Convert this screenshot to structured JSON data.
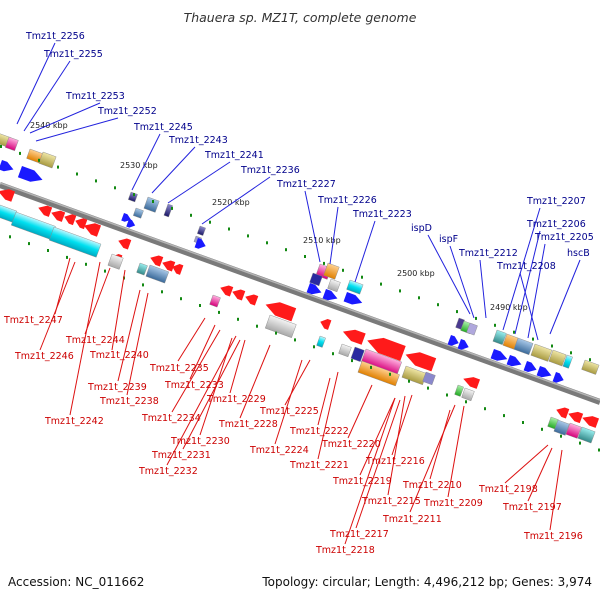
{
  "header": {
    "title": "Thauera sp. MZ1T, complete genome"
  },
  "footer": {
    "accession": "Accession: NC_011662",
    "topology": "Topology: circular; Length: 4,496,212 bp; Genes: 3,974"
  },
  "scale_ticks": [
    "2540 kbp",
    "2530 kbp",
    "2520 kbp",
    "2510 kbp",
    "2500 kbp",
    "2490 kbp"
  ],
  "upper_labels": [
    "Tmz1t_2256",
    "Tmz1t_2255",
    "Tmz1t_2253",
    "Tmz1t_2252",
    "Tmz1t_2245",
    "Tmz1t_2243",
    "Tmz1t_2241",
    "Tmz1t_2236",
    "Tmz1t_2227",
    "Tmz1t_2226",
    "Tmz1t_2223",
    "ispD",
    "ispF",
    "Tmz1t_2212",
    "Tmz1t_2208",
    "Tmz1t_2207",
    "Tmz1t_2206",
    "Tmz1t_2205",
    "hscB"
  ],
  "lower_labels": [
    "Tmz1t_2247",
    "Tmz1t_2246",
    "Tmz1t_2244",
    "Tmz1t_2240",
    "Tmz1t_2239",
    "Tmz1t_2238",
    "Tmz1t_2242",
    "Tmz1t_2235",
    "Tmz1t_2233",
    "Tmz1t_2234",
    "Tmz1t_2230",
    "Tmz1t_2231",
    "Tmz1t_2232",
    "Tmz1t_2229",
    "Tmz1t_2228",
    "Tmz1t_2225",
    "Tmz1t_2224",
    "Tmz1t_2222",
    "Tmz1t_2221",
    "Tmz1t_2220",
    "Tmz1t_2216",
    "Tmz1t_2219",
    "Tmz1t_2215",
    "Tmz1t_2217",
    "Tmz1t_2218",
    "Tmz1t_2210",
    "Tmz1t_2211",
    "Tmz1t_2209",
    "Tmz1t_2198",
    "Tmz1t_2197",
    "Tmz1t_2196"
  ],
  "colors": {
    "backbone": "#8a8a8a",
    "forward_strand": "#1a1aff",
    "reverse_strand": "#ff1a1a",
    "label_upper": "#00008b",
    "label_lower": "#cc0000",
    "tick_dot": "#118811"
  }
}
